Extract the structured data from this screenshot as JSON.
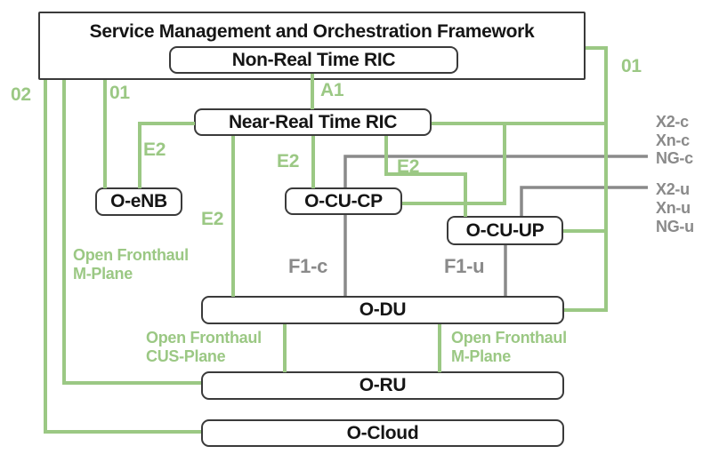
{
  "colors": {
    "accent_green": "#9bc884",
    "line_gray": "#8a8a8a",
    "box_border": "#3a3a3a",
    "text_black": "#151515",
    "background": "#ffffff"
  },
  "diagram": {
    "smo": {
      "title": "Service Management and Orchestration Framework"
    },
    "nodes": {
      "non_rt_ric": "Non-Real Time RIC",
      "near_rt_ric": "Near-Real Time RIC",
      "o_enb": "O-eNB",
      "o_cu_cp": "O-CU-CP",
      "o_cu_up": "O-CU-UP",
      "o_du": "O-DU",
      "o_ru": "O-RU",
      "o_cloud": "O-Cloud"
    },
    "labels": {
      "o2": "02",
      "o1_left": "01",
      "o1_right": "01",
      "a1": "A1",
      "e2_enb": "E2",
      "e2_cucp": "E2",
      "e2_cuup": "E2",
      "e2_du": "E2",
      "f1_c": "F1-c",
      "f1_u": "F1-u",
      "x2_c": "X2-c",
      "xn_c": "Xn-c",
      "ng_c": "NG-c",
      "x2_u": "X2-u",
      "xn_u": "Xn-u",
      "ng_u": "NG-u",
      "of_mplane_left": [
        "Open Fronthaul",
        "M-Plane"
      ],
      "of_cusplane": [
        "Open Fronthaul",
        "CUS-Plane"
      ],
      "of_mplane_right": [
        "Open Fronthaul",
        "M-Plane"
      ]
    }
  }
}
